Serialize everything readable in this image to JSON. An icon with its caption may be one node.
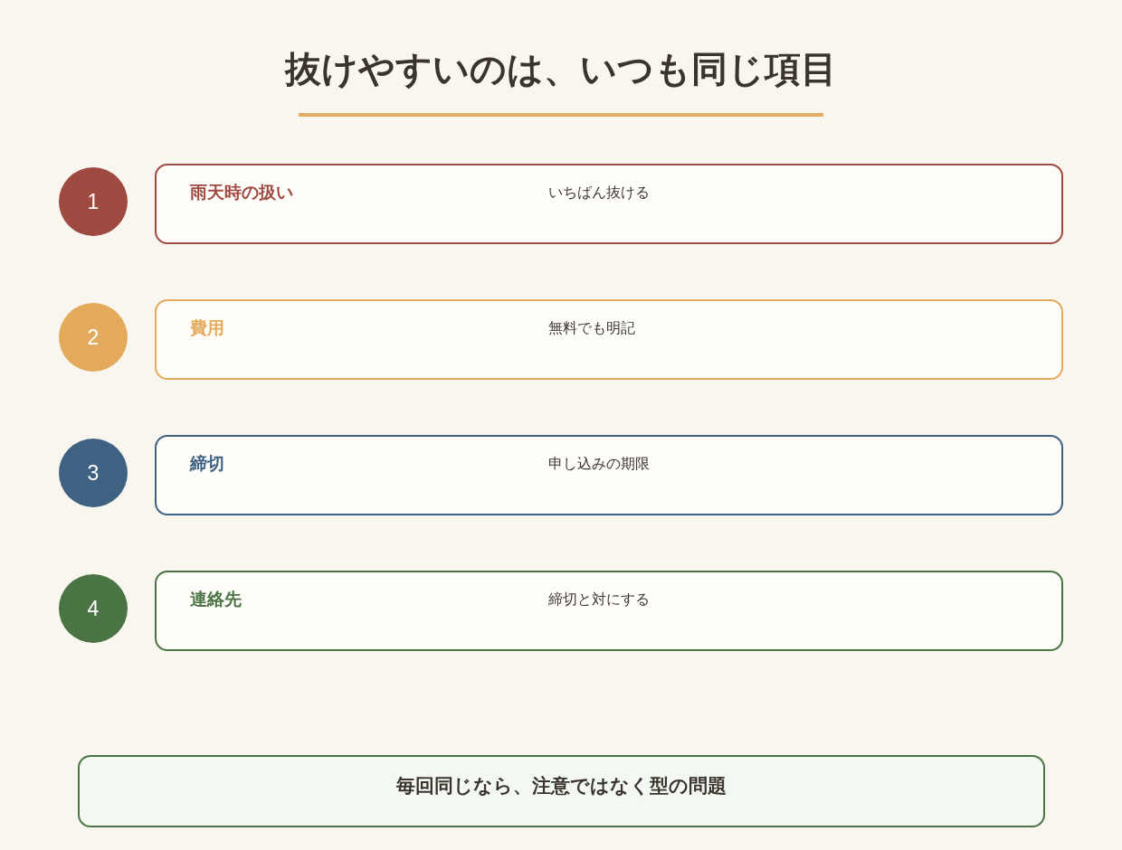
{
  "diagram": {
    "title": "抜けやすいのは、いつも同じ項目",
    "nodes": [
      {
        "text": [
          "1"
        ]
      },
      {
        "text": [
          "雨天時の扱い",
          "いちばん抜ける"
        ]
      },
      {
        "text": [
          "2"
        ]
      },
      {
        "text": [
          "費用",
          "無料でも明記"
        ]
      },
      {
        "text": [
          "3"
        ]
      },
      {
        "text": [
          "締切",
          "申し込みの期限"
        ]
      },
      {
        "text": [
          "4"
        ]
      },
      {
        "text": [
          "連絡先",
          "締切と対にする"
        ]
      },
      {
        "text": [
          "毎回同じなら、注意ではなく型の問題"
        ]
      }
    ]
  }
}
